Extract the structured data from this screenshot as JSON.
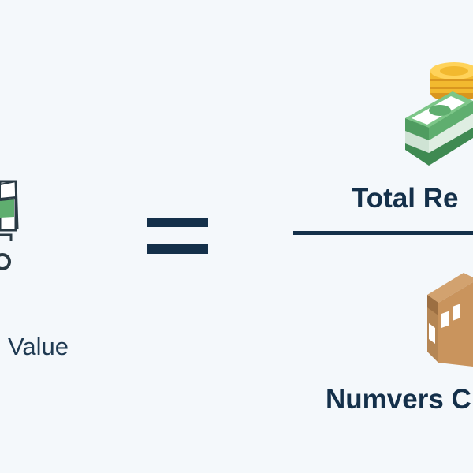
{
  "formula": {
    "left_label": "Value",
    "numerator_label": "Total Re",
    "denominator_label": "Numvers C"
  },
  "icons": {
    "left": "shopping-cart-icon",
    "operator": "equals-sign",
    "numerator": "money-stack-icon",
    "denominator": "cardboard-box-icon"
  },
  "colors": {
    "background": "#f4f8fb",
    "text": "#14304a",
    "money_green": "#5fae6f",
    "coin_gold": "#f2b92f",
    "box_brown": "#b58654"
  }
}
